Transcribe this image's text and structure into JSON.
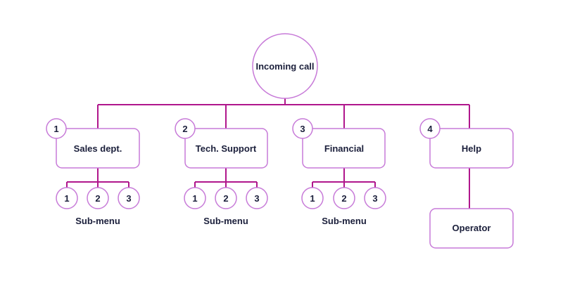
{
  "colors": {
    "line": "#b0168c",
    "stroke": "#c77ad8",
    "text": "#1b1f3b",
    "background": "#ffffff"
  },
  "root": {
    "label": "Incoming call"
  },
  "menu": [
    {
      "number": "1",
      "label": "Sales dept.",
      "submenu": {
        "items": [
          "1",
          "2",
          "3"
        ],
        "label": "Sub-menu"
      }
    },
    {
      "number": "2",
      "label": "Tech. Support",
      "submenu": {
        "items": [
          "1",
          "2",
          "3"
        ],
        "label": "Sub-menu"
      }
    },
    {
      "number": "3",
      "label": "Financial",
      "submenu": {
        "items": [
          "1",
          "2",
          "3"
        ],
        "label": "Sub-menu"
      }
    },
    {
      "number": "4",
      "label": "Help",
      "child": {
        "label": "Operator"
      }
    }
  ]
}
